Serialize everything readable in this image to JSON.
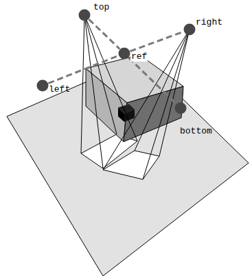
{
  "diagram": {
    "nodes": [
      {
        "text": [
          "top"
        ]
      },
      {
        "text": [
          "right"
        ]
      },
      {
        "text": [
          "ref"
        ]
      },
      {
        "text": [
          "left"
        ]
      },
      {
        "text": [
          "bottom"
        ]
      }
    ],
    "edges": [
      {
        "from": 3,
        "to": 2,
        "arrow": "none"
      },
      {
        "from": 2,
        "to": 1,
        "arrow": "none"
      },
      {
        "from": 0,
        "to": 2,
        "arrow": "none"
      },
      {
        "from": 2,
        "to": 4,
        "arrow": "none"
      }
    ]
  }
}
